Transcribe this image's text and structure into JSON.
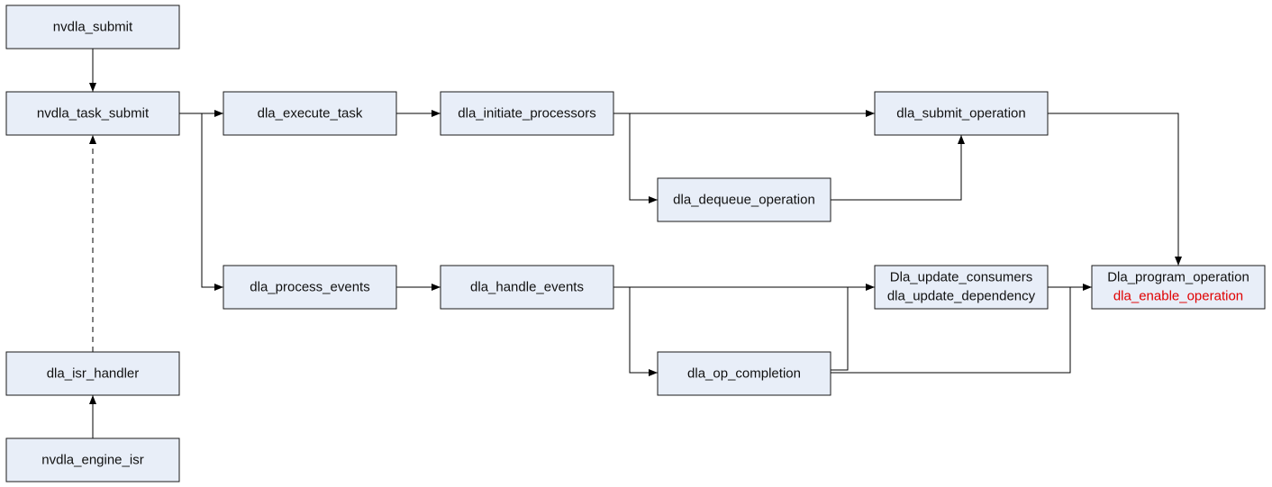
{
  "nodes": {
    "nvdla_submit": {
      "label": "nvdla_submit"
    },
    "nvdla_task_submit": {
      "label": "nvdla_task_submit"
    },
    "dla_execute_task": {
      "label": "dla_execute_task"
    },
    "dla_initiate_processors": {
      "label": "dla_initiate_processors"
    },
    "dla_submit_operation": {
      "label": "dla_submit_operation"
    },
    "dla_dequeue_operation": {
      "label": "dla_dequeue_operation"
    },
    "dla_process_events": {
      "label": "dla_process_events"
    },
    "dla_handle_events": {
      "label": "dla_handle_events"
    },
    "dla_update": {
      "label_line1": "Dla_update_consumers",
      "label_line2": "dla_update_dependency"
    },
    "dla_program": {
      "label_line1": "Dla_program_operation",
      "label_line2": "dla_enable_operation",
      "line2_color": "#e00000"
    },
    "dla_op_completion": {
      "label": "dla_op_completion"
    },
    "dla_isr_handler": {
      "label": "dla_isr_handler"
    },
    "nvdla_engine_isr": {
      "label": "nvdla_engine_isr"
    }
  },
  "edges": [
    {
      "from": "nvdla_submit",
      "to": "nvdla_task_submit",
      "style": "solid"
    },
    {
      "from": "nvdla_task_submit",
      "to": "dla_execute_task",
      "style": "solid"
    },
    {
      "from": "nvdla_task_submit",
      "to": "dla_process_events",
      "style": "solid"
    },
    {
      "from": "dla_execute_task",
      "to": "dla_initiate_processors",
      "style": "solid"
    },
    {
      "from": "dla_initiate_processors",
      "to": "dla_submit_operation",
      "style": "solid"
    },
    {
      "from": "dla_initiate_processors",
      "to": "dla_dequeue_operation",
      "style": "solid"
    },
    {
      "from": "dla_dequeue_operation",
      "to": "dla_submit_operation",
      "style": "solid"
    },
    {
      "from": "dla_submit_operation",
      "to": "dla_program",
      "style": "solid"
    },
    {
      "from": "dla_process_events",
      "to": "dla_handle_events",
      "style": "solid"
    },
    {
      "from": "dla_handle_events",
      "to": "dla_update",
      "style": "solid"
    },
    {
      "from": "dla_handle_events",
      "to": "dla_op_completion",
      "style": "solid"
    },
    {
      "from": "dla_op_completion",
      "to": "dla_update",
      "style": "solid"
    },
    {
      "from": "dla_op_completion",
      "to": "dla_program",
      "style": "solid"
    },
    {
      "from": "dla_update",
      "to": "dla_program",
      "style": "solid"
    },
    {
      "from": "dla_isr_handler",
      "to": "nvdla_task_submit",
      "style": "dashed"
    },
    {
      "from": "nvdla_engine_isr",
      "to": "dla_isr_handler",
      "style": "solid"
    }
  ]
}
